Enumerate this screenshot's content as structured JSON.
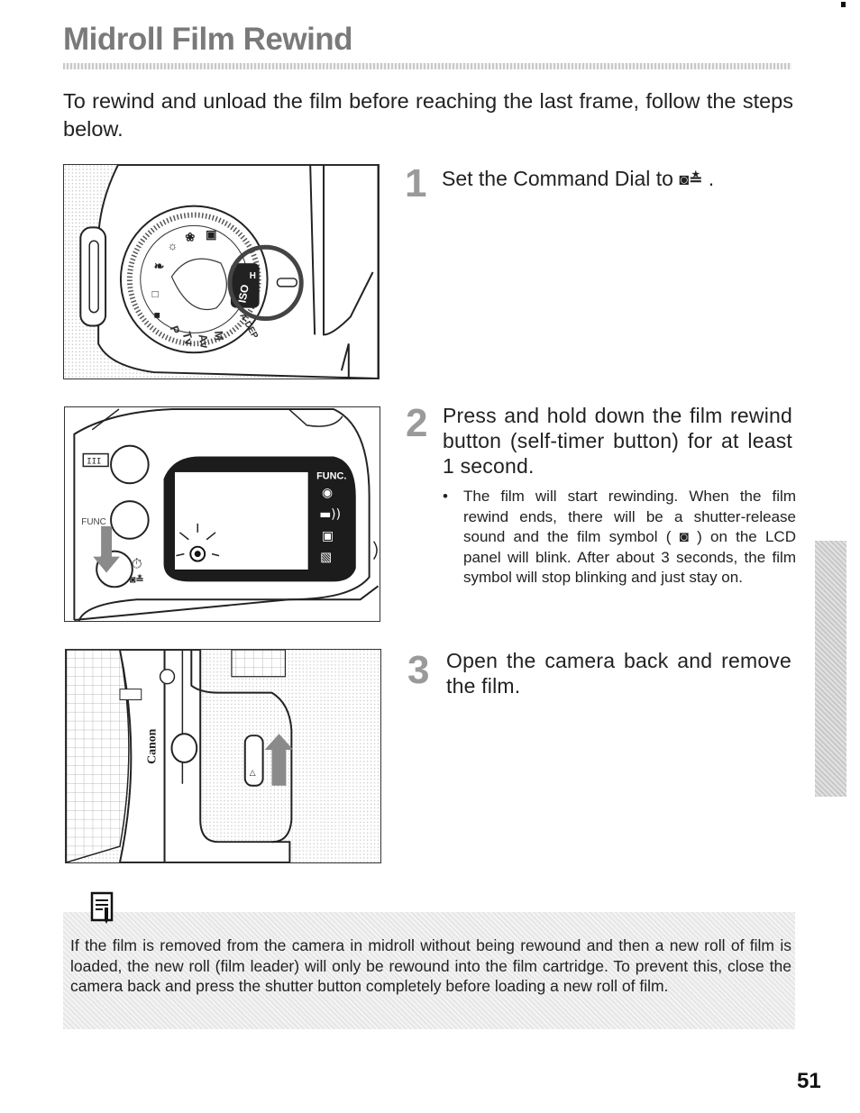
{
  "page": {
    "title": "Midroll Film Rewind",
    "intro": "To rewind and unload the film before reaching the last frame, follow the steps below.",
    "number": "51"
  },
  "steps": [
    {
      "number": "1",
      "text_before": "Set the Command Dial to",
      "symbol": "◙≛",
      "text_after": " ."
    },
    {
      "number": "2",
      "text": "Press and hold down the film rewind button (self-timer button) for at least 1 second.",
      "bullet": "The film will start rewinding. When the film rewind ends, there will be a shutter-release sound and the film symbol ( ◙ ) on the LCD panel will blink. After about 3 seconds, the film symbol will stop blinking and just stay on."
    },
    {
      "number": "3",
      "text": "Open the camera back and remove the film."
    }
  ],
  "figures": {
    "fig1": {
      "dial_labels": [
        "ISO",
        "H",
        "P",
        "Tv",
        "Av",
        "M",
        "A-DEP"
      ]
    },
    "fig2": {
      "func_label": "FUNC.",
      "button_label": "FUNC"
    },
    "fig3": {
      "brand": "Canon"
    }
  },
  "note": {
    "text": "If the film is removed from the camera in midroll without being rewound and then a new roll of film is loaded, the new roll (film leader) will only be rewound into the film cartridge. To prevent this, close the camera back and press the shutter button completely before loading a new roll of film."
  }
}
